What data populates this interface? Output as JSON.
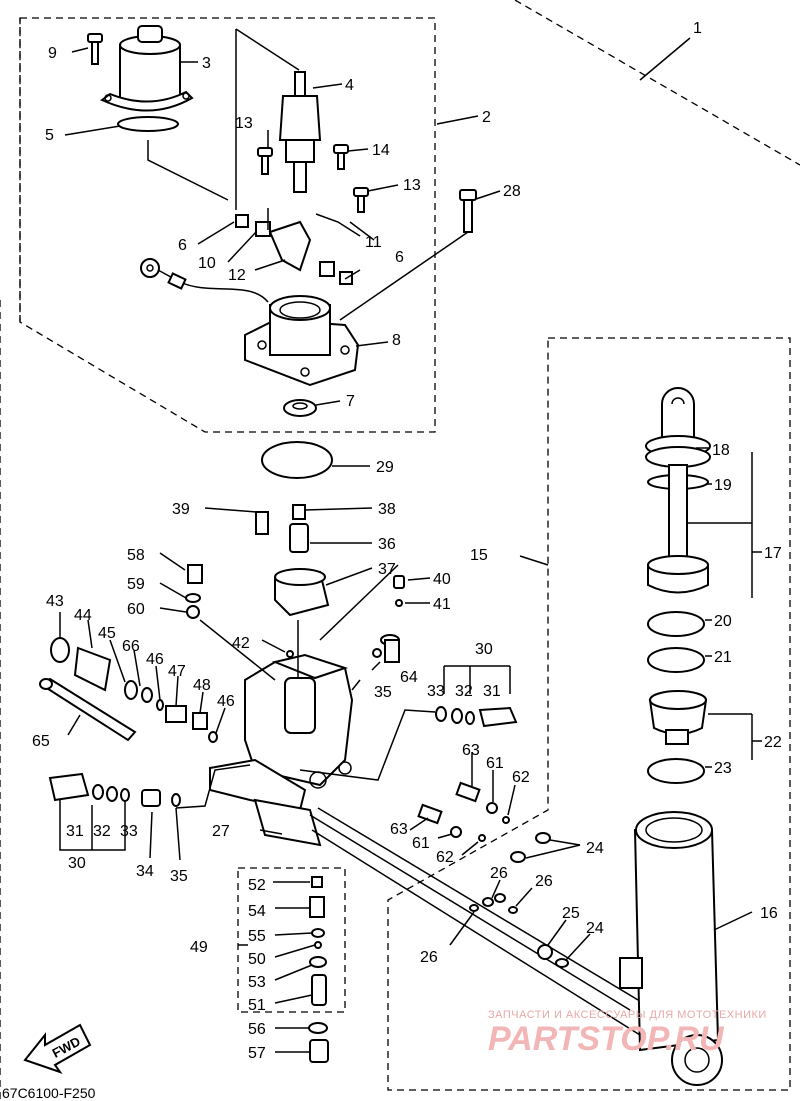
{
  "diagram": {
    "code": "67C6100-F250",
    "fwd_label": "FWD",
    "watermark": {
      "subtitle": "ЗАПЧАСТИ И АКСЕССУАРЫ ДЛЯ МОТОТЕХНИКИ",
      "brand": "PARTSTOP.RU"
    },
    "labels": [
      {
        "id": "1",
        "text": "1"
      },
      {
        "id": "2",
        "text": "2"
      },
      {
        "id": "3",
        "text": "3"
      },
      {
        "id": "4",
        "text": "4"
      },
      {
        "id": "5",
        "text": "5"
      },
      {
        "id": "6a",
        "text": "6"
      },
      {
        "id": "6b",
        "text": "6"
      },
      {
        "id": "7",
        "text": "7"
      },
      {
        "id": "8",
        "text": "8"
      },
      {
        "id": "9",
        "text": "9"
      },
      {
        "id": "10",
        "text": "10"
      },
      {
        "id": "11",
        "text": "11"
      },
      {
        "id": "12",
        "text": "12"
      },
      {
        "id": "13a",
        "text": "13"
      },
      {
        "id": "13b",
        "text": "13"
      },
      {
        "id": "14",
        "text": "14"
      },
      {
        "id": "15",
        "text": "15"
      },
      {
        "id": "16",
        "text": "16"
      },
      {
        "id": "17",
        "text": "17"
      },
      {
        "id": "18",
        "text": "18"
      },
      {
        "id": "19",
        "text": "19"
      },
      {
        "id": "20",
        "text": "20"
      },
      {
        "id": "21",
        "text": "21"
      },
      {
        "id": "22",
        "text": "22"
      },
      {
        "id": "23",
        "text": "23"
      },
      {
        "id": "24a",
        "text": "24"
      },
      {
        "id": "24b",
        "text": "24"
      },
      {
        "id": "25",
        "text": "25"
      },
      {
        "id": "26a",
        "text": "26"
      },
      {
        "id": "26b",
        "text": "26"
      },
      {
        "id": "26c",
        "text": "26"
      },
      {
        "id": "27",
        "text": "27"
      },
      {
        "id": "28",
        "text": "28"
      },
      {
        "id": "29",
        "text": "29"
      },
      {
        "id": "30a",
        "text": "30"
      },
      {
        "id": "30b",
        "text": "30"
      },
      {
        "id": "31a",
        "text": "31"
      },
      {
        "id": "31b",
        "text": "31"
      },
      {
        "id": "32a",
        "text": "32"
      },
      {
        "id": "32b",
        "text": "32"
      },
      {
        "id": "33a",
        "text": "33"
      },
      {
        "id": "33b",
        "text": "33"
      },
      {
        "id": "34",
        "text": "34"
      },
      {
        "id": "35a",
        "text": "35"
      },
      {
        "id": "35b",
        "text": "35"
      },
      {
        "id": "36",
        "text": "36"
      },
      {
        "id": "37",
        "text": "37"
      },
      {
        "id": "38",
        "text": "38"
      },
      {
        "id": "39",
        "text": "39"
      },
      {
        "id": "40",
        "text": "40"
      },
      {
        "id": "41",
        "text": "41"
      },
      {
        "id": "42",
        "text": "42"
      },
      {
        "id": "43",
        "text": "43"
      },
      {
        "id": "44",
        "text": "44"
      },
      {
        "id": "45",
        "text": "45"
      },
      {
        "id": "46a",
        "text": "46"
      },
      {
        "id": "46b",
        "text": "46"
      },
      {
        "id": "47",
        "text": "47"
      },
      {
        "id": "48",
        "text": "48"
      },
      {
        "id": "49",
        "text": "49"
      },
      {
        "id": "50",
        "text": "50"
      },
      {
        "id": "51",
        "text": "51"
      },
      {
        "id": "52",
        "text": "52"
      },
      {
        "id": "53",
        "text": "53"
      },
      {
        "id": "54",
        "text": "54"
      },
      {
        "id": "55",
        "text": "55"
      },
      {
        "id": "56",
        "text": "56"
      },
      {
        "id": "57",
        "text": "57"
      },
      {
        "id": "58",
        "text": "58"
      },
      {
        "id": "59",
        "text": "59"
      },
      {
        "id": "60",
        "text": "60"
      },
      {
        "id": "61a",
        "text": "61"
      },
      {
        "id": "61b",
        "text": "61"
      },
      {
        "id": "62a",
        "text": "62"
      },
      {
        "id": "62b",
        "text": "62"
      },
      {
        "id": "63a",
        "text": "63"
      },
      {
        "id": "63b",
        "text": "63"
      },
      {
        "id": "64",
        "text": "64"
      },
      {
        "id": "65",
        "text": "65"
      },
      {
        "id": "66",
        "text": "66"
      }
    ]
  }
}
